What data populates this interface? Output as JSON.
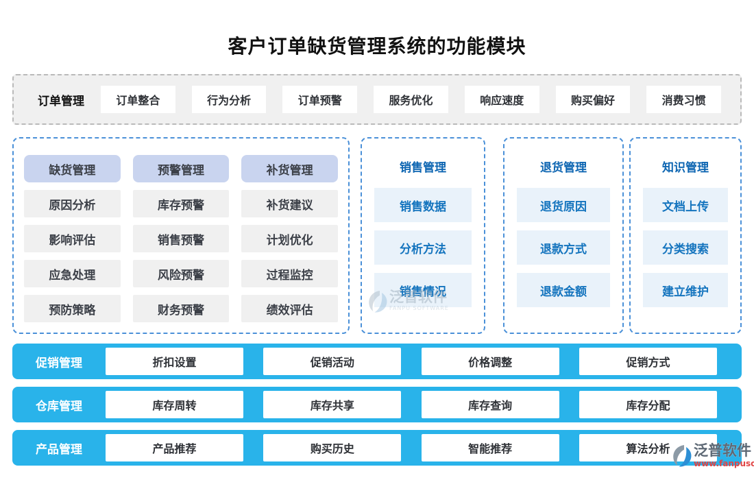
{
  "title": "客户订单缺货管理系统的功能模块",
  "order_row": {
    "label": "订单管理",
    "buttons": [
      "订单整合",
      "行为分析",
      "订单预警",
      "服务优化",
      "响应速度",
      "购买偏好",
      "消费习惯"
    ]
  },
  "matrix": {
    "columns": [
      {
        "header": "缺货管理",
        "cells": [
          "原因分析",
          "影响评估",
          "应急处理",
          "预防策略"
        ]
      },
      {
        "header": "预警管理",
        "cells": [
          "库存预警",
          "销售预警",
          "风险预警",
          "财务预警"
        ]
      },
      {
        "header": "补货管理",
        "cells": [
          "补货建议",
          "计划优化",
          "过程监控",
          "绩效评估"
        ]
      }
    ]
  },
  "panels": [
    {
      "header": "销售管理",
      "cells": [
        "销售数据",
        "分析方法",
        "销售情况"
      ]
    },
    {
      "header": "退货管理",
      "cells": [
        "退货原因",
        "退款方式",
        "退款金额"
      ]
    },
    {
      "header": "知识管理",
      "cells": [
        "文档上传",
        "分类搜索",
        "建立维护"
      ]
    }
  ],
  "bars": [
    {
      "label": "促销管理",
      "buttons": [
        "折扣设置",
        "促销活动",
        "价格调整",
        "促销方式"
      ]
    },
    {
      "label": "仓库管理",
      "buttons": [
        "库存周转",
        "库存共享",
        "库存查询",
        "库存分配"
      ]
    },
    {
      "label": "产品管理",
      "buttons": [
        "产品推荐",
        "购买历史",
        "智能推荐",
        "算法分析"
      ]
    }
  ],
  "watermark_center": {
    "brand": "泛普软件",
    "subtitle": "FANPU SOFTWARE"
  },
  "watermark_corner": {
    "brand": "泛普软件",
    "url": "www.fanpusoft.com"
  },
  "colors": {
    "bar_cyan": "#29b3ea",
    "panel_border_blue": "#4a90d8",
    "header_chip_bg": "#c9d4ef",
    "gray_chip_bg": "#f0f0f0",
    "blue_item_bg": "#e9f2fa",
    "blue_text": "#1474be",
    "panel_header_text": "#0e66b2",
    "dark_text": "#2e3136",
    "watermark_url_red": "#e04545"
  }
}
